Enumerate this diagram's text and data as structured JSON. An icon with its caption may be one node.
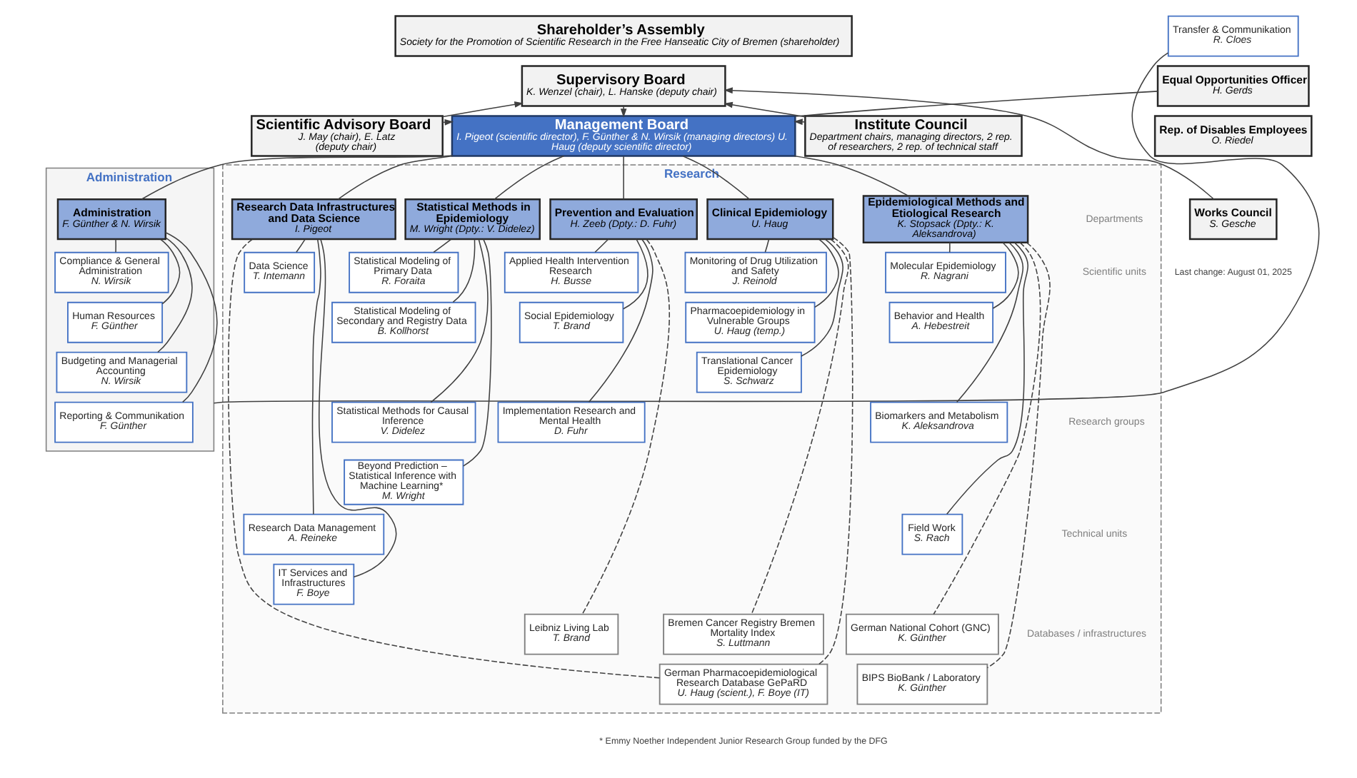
{
  "diagram": {
    "nodes": [
      {
        "text": [
          "Shareholder’s Assembly",
          "Society for the Promotion of Scientific Research in the Free Hanseatic City of Bremen (shareholder)"
        ]
      },
      {
        "text": [
          "Supervisory Board",
          "K. Wenzel (chair), L. Hanske (deputy chair)"
        ]
      },
      {
        "text": [
          "Scientific Advisory Board",
          "J. May (chair), E. Latz (deputy chair)"
        ]
      },
      {
        "text": [
          "Management Board",
          "I. Pigeot (scientific director), F. Günther & N. Wirsik (managing directors) U. Haug (deputy scientific director)"
        ]
      },
      {
        "text": [
          "Institute Council",
          "Department chairs, managing directors, 2 rep. of researchers, 2 rep. of technical staff"
        ]
      },
      {
        "text": [
          "Administration"
        ]
      },
      {
        "text": [
          "Administration",
          "F. Günther & N. Wirsik"
        ],
        "in": 5
      },
      {
        "text": [
          "Compliance & General Administration",
          "N. Wirsik"
        ],
        "in": 5
      },
      {
        "text": [
          "Human Resources",
          "F. Günther"
        ],
        "in": 5
      },
      {
        "text": [
          "Budgeting and Managerial Accounting",
          "N. Wirsik"
        ],
        "in": 5
      },
      {
        "text": [
          "Reporting & Communikation",
          "F. Günther"
        ],
        "in": 5
      },
      {
        "text": [
          "Transfer & Communikation",
          "R. Cloes"
        ]
      },
      {
        "text": [
          "Equal Opportunities Officer",
          "H. Gerds"
        ]
      },
      {
        "text": [
          "Rep. of Disables Employees",
          "O. Riedel"
        ]
      },
      {
        "text": [
          "Works Council",
          "S. Gesche"
        ]
      },
      {
        "text": [
          "Research"
        ]
      },
      {
        "text": [
          "Epidemiological Methods and Etiological Research",
          "K. Stopsack (Dpty.: K. Aleksandrova)"
        ],
        "in": 15
      },
      {
        "text": [
          "Clinical Epidemiology",
          "U. Haug"
        ],
        "in": 15
      },
      {
        "text": [
          "Prevention and Evaluation",
          "H. Zeeb (Dpty.: D. Fuhr)"
        ],
        "in": 15
      },
      {
        "text": [
          "Statistical Methods in Epidemiology",
          "M. Wright (Dpty.: V. Didelez)"
        ],
        "in": 15
      },
      {
        "text": [
          "Research Data Infrastructures and Data Science",
          "I. Pigeot"
        ],
        "in": 15
      },
      {
        "text": [
          "Molecular Epidemiology",
          "R. Nagrani"
        ],
        "in": 15
      },
      {
        "text": [
          "Behavior and Health",
          "A. Hebestreit"
        ],
        "in": 15
      },
      {
        "text": [
          "Biomarkers and Metabolism",
          "K. Aleksandrova"
        ],
        "in": 15
      },
      {
        "text": [
          "Field Work",
          "S. Rach"
        ],
        "in": 15
      },
      {
        "text": [
          "German National Cohort (GNC)",
          "K. Günther"
        ],
        "in": 15
      },
      {
        "text": [
          "BIPS BioBank / Laboratory",
          "K. Günther"
        ],
        "in": 15
      },
      {
        "text": [
          "Monitoring of Drug Utilization and Safety",
          "J. Reinold"
        ],
        "in": 15
      },
      {
        "text": [
          "Pharmacoepidemiology in Vulnerable Groups",
          "U. Haug (temp.)"
        ],
        "in": 15
      },
      {
        "text": [
          "Translational Cancer Epidemiology",
          "S. Schwarz"
        ],
        "in": 15
      },
      {
        "text": [
          "Bremen Cancer Registry Bremen Mortality Index",
          "S. Luttmann"
        ],
        "in": 15
      },
      {
        "text": [
          "German Pharmacoepidemiological Research Database GePaRD",
          "U. Haug (scient.), F. Boye (IT)"
        ],
        "in": 15
      },
      {
        "text": [
          "Applied Health Intervention Research",
          "H. Busse"
        ],
        "in": 15
      },
      {
        "text": [
          "Social Epidemiology",
          "T. Brand"
        ],
        "in": 15
      },
      {
        "text": [
          "Implementation Research and Mental Health",
          "D. Fuhr"
        ],
        "in": 15
      },
      {
        "text": [
          "Leibniz Living Lab",
          "T. Brand"
        ],
        "in": 15
      },
      {
        "text": [
          "Statistical Modeling of Primary Data",
          "R. Foraita"
        ],
        "in": 15
      },
      {
        "text": [
          "Statistical Modeling of Secondary and Registry Data",
          "B. Kollhorst"
        ],
        "in": 15
      },
      {
        "text": [
          "Statistical Methods for Causal Inference",
          "V. Didelez"
        ],
        "in": 15
      },
      {
        "text": [
          "Beyond Prediction – Statistical Inference with Machine Learning*",
          "M. Wright"
        ],
        "in": 15
      },
      {
        "text": [
          "Data Science",
          "T. Intemann"
        ],
        "in": 15
      },
      {
        "text": [
          "Research Data Management",
          "A. Reineke"
        ],
        "in": 15
      },
      {
        "text": [
          "IT Services and Infrastructures",
          "F. Boye"
        ],
        "in": 15
      }
    ],
    "edges": [
      {
        "from": 2,
        "to": 1,
        "arrow": "to"
      },
      {
        "from": 4,
        "to": 1,
        "arrow": "to"
      },
      {
        "from": 14,
        "to": 1,
        "arrow": "to"
      },
      {
        "from": 1,
        "to": 3,
        "arrow": "to"
      },
      {
        "from": 2,
        "to": 3,
        "arrow": "to"
      },
      {
        "from": 4,
        "to": 3,
        "arrow": "to"
      },
      {
        "from": 3,
        "to": 6,
        "arrow": "none"
      },
      {
        "from": 3,
        "to": 12,
        "arrow": "none"
      },
      {
        "from": 3,
        "to": 16,
        "arrow": "none"
      },
      {
        "from": 3,
        "to": 17,
        "arrow": "none"
      },
      {
        "from": 3,
        "to": 18,
        "arrow": "none"
      },
      {
        "from": 3,
        "to": 19,
        "arrow": "none"
      },
      {
        "from": 3,
        "to": 20,
        "arrow": "none"
      },
      {
        "from": 6,
        "to": 7,
        "arrow": "none"
      },
      {
        "from": 6,
        "to": 8,
        "arrow": "none"
      },
      {
        "from": 6,
        "to": 9,
        "arrow": "none"
      },
      {
        "from": 6,
        "to": 10,
        "arrow": "none"
      },
      {
        "from": 5,
        "to": 11,
        "arrow": "none"
      },
      {
        "from": 16,
        "to": 21,
        "arrow": "none"
      },
      {
        "from": 16,
        "to": 22,
        "arrow": "none"
      },
      {
        "from": 16,
        "to": 23,
        "arrow": "none"
      },
      {
        "from": 16,
        "to": 24,
        "arrow": "none"
      },
      {
        "from": 16,
        "to": 25,
        "arrow": "none",
        "style": "dashed"
      },
      {
        "from": 16,
        "to": 26,
        "arrow": "none",
        "style": "dashed"
      },
      {
        "from": 17,
        "to": 27,
        "arrow": "none"
      },
      {
        "from": 17,
        "to": 28,
        "arrow": "none"
      },
      {
        "from": 17,
        "to": 29,
        "arrow": "none"
      },
      {
        "from": 17,
        "to": 30,
        "arrow": "none",
        "style": "dashed"
      },
      {
        "from": 17,
        "to": 31,
        "arrow": "none",
        "style": "dashed"
      },
      {
        "from": 18,
        "to": 32,
        "arrow": "none"
      },
      {
        "from": 18,
        "to": 33,
        "arrow": "none"
      },
      {
        "from": 18,
        "to": 34,
        "arrow": "none"
      },
      {
        "from": 18,
        "to": 35,
        "arrow": "none",
        "style": "dashed"
      },
      {
        "from": 19,
        "to": 36,
        "arrow": "none"
      },
      {
        "from": 19,
        "to": 37,
        "arrow": "none"
      },
      {
        "from": 19,
        "to": 38,
        "arrow": "none"
      },
      {
        "from": 19,
        "to": 39,
        "arrow": "none"
      },
      {
        "from": 20,
        "to": 40,
        "arrow": "none"
      },
      {
        "from": 20,
        "to": 41,
        "arrow": "none"
      },
      {
        "from": 20,
        "to": 42,
        "arrow": "none"
      },
      {
        "from": 20,
        "to": 31,
        "arrow": "none",
        "style": "dashed"
      }
    ],
    "labels": [
      "Departments",
      "Scientific units",
      "Research groups",
      "Technical units",
      "Databases / infrastructures",
      "Last change: August 01, 2025",
      "* Emmy Noether Independent Junior Research Group funded by the DFG"
    ]
  }
}
